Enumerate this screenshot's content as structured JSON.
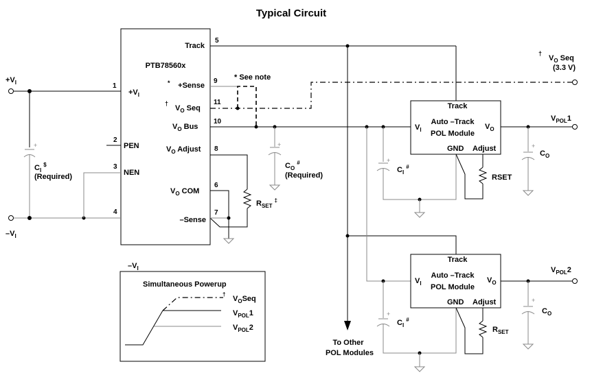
{
  "title": "Typical Circuit",
  "main_module": {
    "name": "PTB78560x",
    "pins": [
      {
        "num": "5",
        "label": "Track"
      },
      {
        "num": "9",
        "label": "+Sense",
        "note": "*"
      },
      {
        "num": "11",
        "label": "VO Seq",
        "note": "†",
        "main": "V",
        "sub": "O",
        "rest": " Seq"
      },
      {
        "num": "10",
        "label": "VO Bus",
        "main": "V",
        "sub": "O",
        "rest": " Bus"
      },
      {
        "num": "8",
        "label": "VO Adjust",
        "main": "V",
        "sub": "O",
        "rest": " Adjust"
      },
      {
        "num": "6",
        "label": "VO COM",
        "main": "V",
        "sub": "O",
        "rest": " COM"
      },
      {
        "num": "7",
        "label": "–Sense"
      },
      {
        "num": "1",
        "label": "+VI",
        "main": "+V",
        "sub": "I"
      },
      {
        "num": "2",
        "label": "PEN"
      },
      {
        "num": "3",
        "label": "NEN"
      },
      {
        "num": "4",
        "label": ""
      }
    ]
  },
  "inputs": {
    "plus_vi": {
      "main": "+V",
      "sub": "I"
    },
    "minus_vi": {
      "main": "–V",
      "sub": "I"
    }
  },
  "components": {
    "ci_main": {
      "main": "C",
      "sub": "I",
      "note": "$",
      "extra": "(Required)"
    },
    "co_main": {
      "main": "C",
      "sub": "O",
      "note": "#",
      "extra": "(Required)"
    },
    "rset_main": {
      "main": "R",
      "sub": "SET",
      "note": "‡"
    },
    "see_note": "* See note",
    "plus_sign": "+"
  },
  "vo_seq_out": {
    "note": "†",
    "main": "V",
    "sub": "O",
    "rest": " Seq",
    "value": "(3.3 V)"
  },
  "pol_modules": [
    {
      "track": "Track",
      "line1": "Auto –Track",
      "line2": "POL Module",
      "vi_main": "V",
      "vi_sub": "I",
      "vo_main": "V",
      "vo_sub": "O",
      "gnd": "GND",
      "adjust": "Adjust",
      "ci": {
        "main": "C",
        "sub": "I",
        "note": "#"
      },
      "co": {
        "main": "C",
        "sub": "O"
      },
      "rset": {
        "main": "R",
        "sub": "SET"
      },
      "output": {
        "main": "V",
        "sub": "POL",
        "rest": "1"
      }
    },
    {
      "track": "Track",
      "line1": "Auto –Track",
      "line2": "POL Module",
      "vi_main": "V",
      "vi_sub": "I",
      "vo_main": "V",
      "vo_sub": "O",
      "gnd": "GND",
      "adjust": "Adjust",
      "ci": {
        "main": "C",
        "sub": "I",
        "note": "#"
      },
      "co": {
        "main": "C",
        "sub": "O"
      },
      "rset": {
        "main": "R",
        "sub": "SET"
      },
      "output": {
        "main": "V",
        "sub": "POL",
        "rest": "2"
      }
    }
  ],
  "to_other": {
    "line1": "To Other",
    "line2": "POL Modules"
  },
  "inset": {
    "corner_label": {
      "main": "–V",
      "sub": "I"
    },
    "title": "Simultaneous Powerup",
    "legend": [
      {
        "main": "V",
        "sub": "O",
        "rest": "Seq",
        "note": "†",
        "style": "dash-dot"
      },
      {
        "main": "V",
        "sub": "POL",
        "rest": "1",
        "style": "solid"
      },
      {
        "main": "V",
        "sub": "POL",
        "rest": "2",
        "style": "solid-gray"
      }
    ]
  }
}
